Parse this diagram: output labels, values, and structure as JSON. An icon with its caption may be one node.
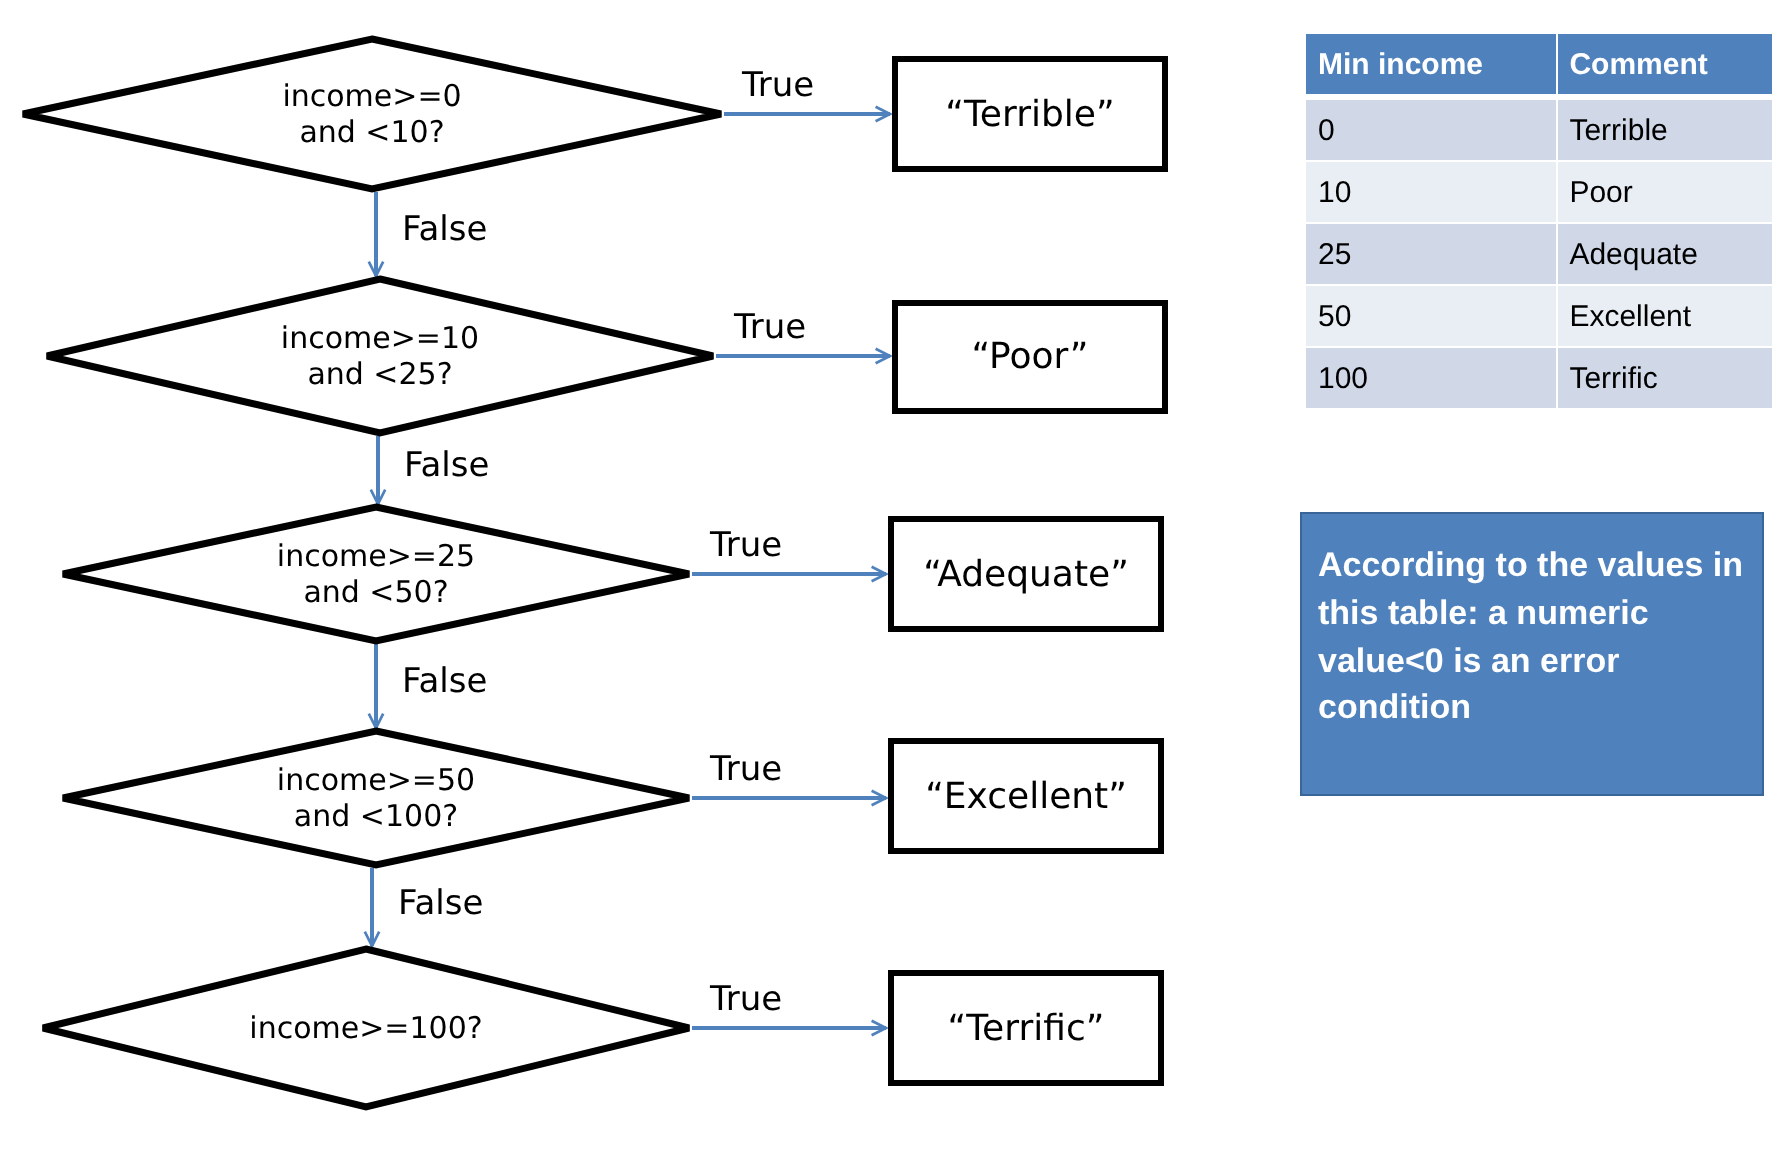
{
  "diagram": {
    "nodes": [
      {
        "text": [
          "income>=0 and <10?"
        ]
      },
      {
        "text": [
          "“Terrible”"
        ]
      },
      {
        "text": [
          "income>=10 and <25?"
        ]
      },
      {
        "text": [
          "“Poor”"
        ]
      },
      {
        "text": [
          "income>=25 and <50?"
        ]
      },
      {
        "text": [
          "“Adequate”"
        ]
      },
      {
        "text": [
          "income>=50 and <100?"
        ]
      },
      {
        "text": [
          "“Excellent”"
        ]
      },
      {
        "text": [
          "income>=100?"
        ]
      },
      {
        "text": [
          "“Terrific”"
        ]
      },
      {
        "text": [
          "According to the values in this table: a numeric value<0 is an error condition"
        ]
      }
    ],
    "edges": [
      {
        "from": 0,
        "to": 1,
        "arrow": "to",
        "label": "True"
      },
      {
        "from": 0,
        "to": 2,
        "arrow": "to",
        "label": "False"
      },
      {
        "from": 2,
        "to": 3,
        "arrow": "to",
        "label": "True"
      },
      {
        "from": 2,
        "to": 4,
        "arrow": "to",
        "label": "False"
      },
      {
        "from": 4,
        "to": 5,
        "arrow": "to",
        "label": "True"
      },
      {
        "from": 4,
        "to": 6,
        "arrow": "to",
        "label": "False"
      },
      {
        "from": 6,
        "to": 7,
        "arrow": "to",
        "label": "True"
      },
      {
        "from": 6,
        "to": 8,
        "arrow": "to",
        "label": "False"
      },
      {
        "from": 8,
        "to": 9,
        "arrow": "to",
        "label": "True"
      }
    ],
    "labels": [
      "Min income",
      "Comment",
      "0",
      "Terrible",
      "10",
      "Poor",
      "25",
      "Adequate",
      "50",
      "Excellent",
      "100",
      "Terrific"
    ]
  }
}
